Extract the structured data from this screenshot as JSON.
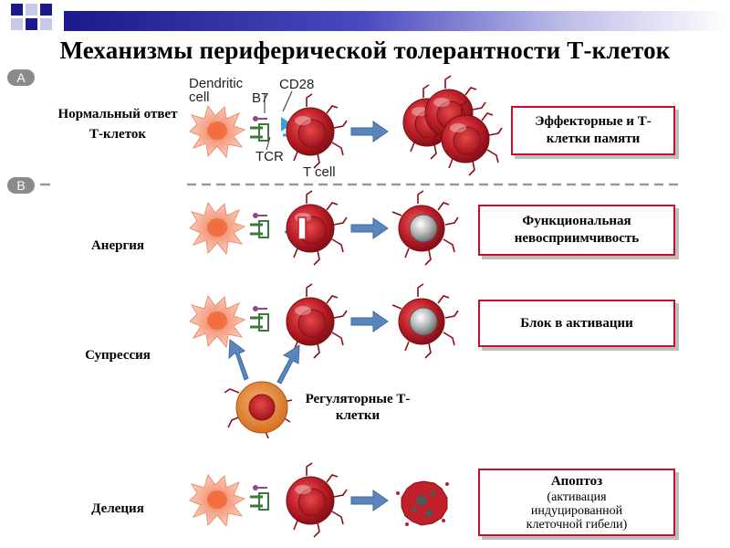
{
  "title": "Механизмы периферической толерантности Т-клеток",
  "panels": {
    "a": "A",
    "b": "B"
  },
  "rows": {
    "normal": "Нормальный ответ Т-клеток",
    "anergy": "Анергия",
    "suppression": "Супрессия",
    "deletion": "Делеция"
  },
  "annotations": {
    "dendritic_cell": "Dendritic cell",
    "b7": "B7",
    "cd28": "CD28",
    "tcr": "TCR",
    "t_cell": "T cell"
  },
  "outcomes": {
    "normal": "Эффекторные и Т-клетки памяти",
    "anergy": "Функциональная невосприимчивость",
    "suppression": "Блок в активации",
    "deletion_title": "Апоптоз",
    "deletion_detail": "(активация индуцированной клеточной гибели)"
  },
  "regulatory": "Регуляторные Т-клетки",
  "colors": {
    "outcome_border": "#c8102e",
    "t_cell": "#c0202a",
    "dendritic": "#f0a080",
    "arrow": "#5a86bb",
    "treg": "#e08a40"
  }
}
